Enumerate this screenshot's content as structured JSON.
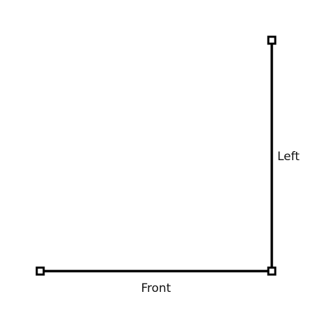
{
  "diagram": {
    "edges": [
      {
        "id": "front",
        "label": "Front"
      },
      {
        "id": "left",
        "label": "Left"
      }
    ]
  },
  "colors": {
    "stroke": "#000000",
    "handle_fill": "#ffffff",
    "background": "#ffffff"
  }
}
